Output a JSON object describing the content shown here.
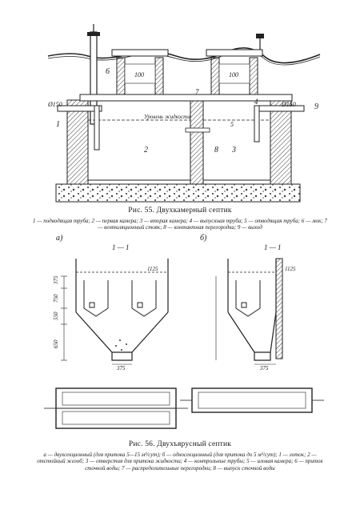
{
  "fig55": {
    "title": "Рис. 55. Двухкамерный септик",
    "legend": "1 — подводящая труба; 2 — первая камера; 3 — вторая камера; 4 — выпускная труба; 5 — отводящая труба; 6 — люк; 7 — вентиляционный стояк; 8 — контактная перегородка; 9 — выход"
  },
  "fig56": {
    "title": "Рис. 56. Двухъярусный септик",
    "legend": "а — двухсекционный (для притока 5—15 м³/сут); б — односекционный (для притока до 5 м³/сут); 1 — лоток; 2 — отстойный желоб; 3 — отверстия для притока жидкости; 4 — контрольные трубы; 5 — иловая камера; 6 — приток сточной воды; 7 — распределительные перегородки; 8 — выпуск сточной воды"
  },
  "labels": {
    "n1": "1",
    "n2": "2",
    "n3": "3",
    "n4": "4",
    "n5": "5",
    "n6": "6",
    "n7": "7",
    "n8": "8",
    "n9": "9",
    "d150_left": "Ø150",
    "d150_right": "Ø150",
    "d100_left": "100",
    "d100_right": "100",
    "water_level": "Уровень жидкости",
    "sub_a": "а)",
    "sub_b": "б)",
    "section": "1 — 1",
    "dim_375_top": "375",
    "dim_750": "750",
    "dim_550": "550",
    "dim_650": "650",
    "dim_375": "375",
    "dim_1125": "1125",
    "dim_375_b": "375",
    "dim_1125_b": "1125"
  },
  "colors": {
    "ink": "#1a1a1a",
    "hatch": "#555555",
    "paper": "#ffffff"
  }
}
